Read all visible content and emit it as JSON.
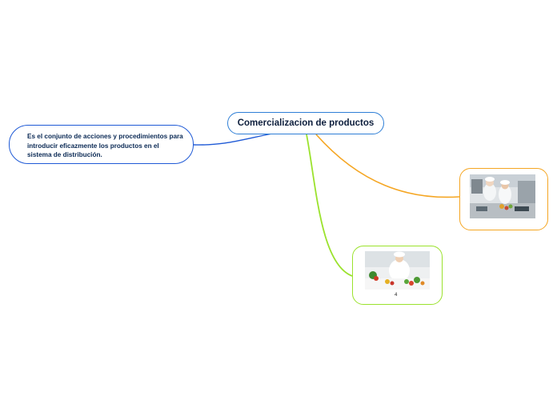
{
  "mindmap": {
    "central_topic": "Comercializacion de productos",
    "definition_text": "Es el conjunto de acciones y procedimientos para introducir eficazmente los productos en el sistema de distribución.",
    "image_node_orange": {
      "image": "chefs-in-kitchen-photo"
    },
    "image_node_green": {
      "image": "chef-with-vegetables-photo",
      "caption": "4"
    }
  },
  "colors": {
    "central_border": "#2f7fd6",
    "definition_link": "#1f5ad6",
    "orange_link": "#f5a623",
    "green_link": "#9be22d"
  }
}
